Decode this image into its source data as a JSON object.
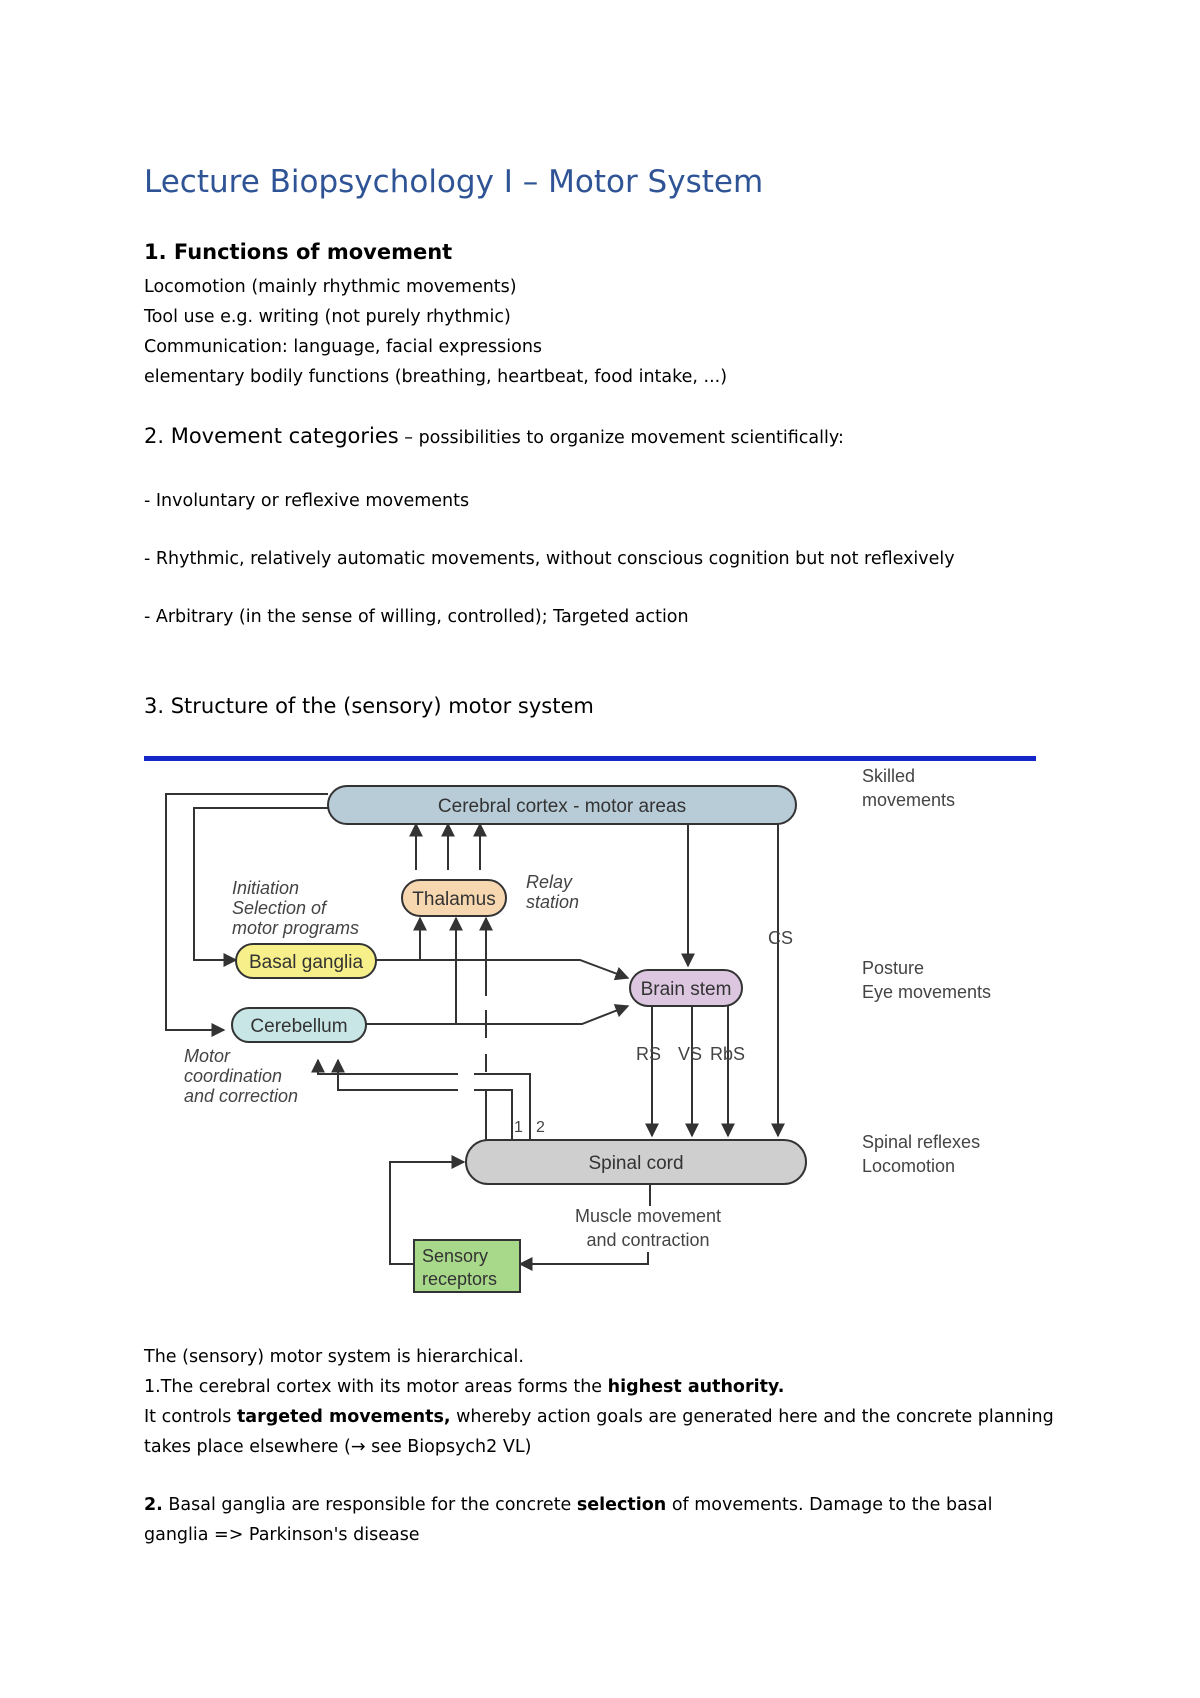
{
  "title": "Lecture Biopsychology I – Motor System",
  "section1": {
    "heading": "1. Functions of movement",
    "lines": [
      "Locomotion (mainly rhythmic movements)",
      "Tool use e.g. writing (not purely rhythmic)",
      "Communication: language, facial expressions",
      "elementary bodily functions (breathing, heartbeat, food intake, ...)"
    ]
  },
  "section2": {
    "heading": "2. Movement categories",
    "heading_suffix": " – possibilities to organize movement scientifically:",
    "items": [
      "- Involuntary or reflexive movements",
      "- Rhythmic, relatively automatic movements, without conscious cognition but not reflexively",
      "- Arbitrary (in the sense of willing, controlled); Targeted action"
    ]
  },
  "section3": {
    "heading": "3. Structure of the (sensory) motor system"
  },
  "diagram": {
    "boxes": {
      "cortex": "Cerebral cortex - motor areas",
      "thalamus": "Thalamus",
      "basal_ganglia": "Basal ganglia",
      "cerebellum": "Cerebellum",
      "brain_stem": "Brain stem",
      "spinal_cord": "Spinal cord",
      "sensory_1": "Sensory",
      "sensory_2": "receptors"
    },
    "labels": {
      "skilled_1": "Skilled",
      "skilled_2": "movements",
      "relay_1": "Relay",
      "relay_2": "station",
      "init_1": "Initiation",
      "init_2": "Selection of",
      "init_3": "motor programs",
      "cs": "CS",
      "posture_1": "Posture",
      "posture_2": "Eye movements",
      "rs": "RS",
      "vs": "VS",
      "rbs": "RbS",
      "motor_1": "Motor",
      "motor_2": "coordination",
      "motor_3": "and correction",
      "one": "1",
      "two": "2",
      "spinal_1": "Spinal reflexes",
      "spinal_2": "Locomotion",
      "muscle_1": "Muscle movement",
      "muscle_2": "and contraction"
    },
    "colors": {
      "rule": "#1428c8",
      "cortex": "#b8ccd8",
      "thalamus": "#f6d7b0",
      "basal_ganglia": "#f6ef8a",
      "cerebellum": "#c8e6e6",
      "brain_stem": "#dcc6e0",
      "spinal_cord": "#cfcfcf",
      "sensory": "#a8d88a"
    }
  },
  "body": {
    "l1": "The (sensory) motor system is hierarchical.",
    "l2_pre": "1.The cerebral cortex with its motor areas forms the ",
    "l2_bold": "highest authority.",
    "l3_pre": "It controls ",
    "l3_bold": "targeted movements,",
    "l3_post": " whereby action goals are generated here and the concrete planning",
    "l4": "takes place elsewhere (→ see Biopsych2 VL)",
    "l5_bold1": "2.",
    "l5_a": " Basal ganglia are responsible for the concrete ",
    "l5_bold2": "selection",
    "l5_b": " of movements.  Damage to the basal",
    "l6": "ganglia => Parkinson's disease"
  }
}
